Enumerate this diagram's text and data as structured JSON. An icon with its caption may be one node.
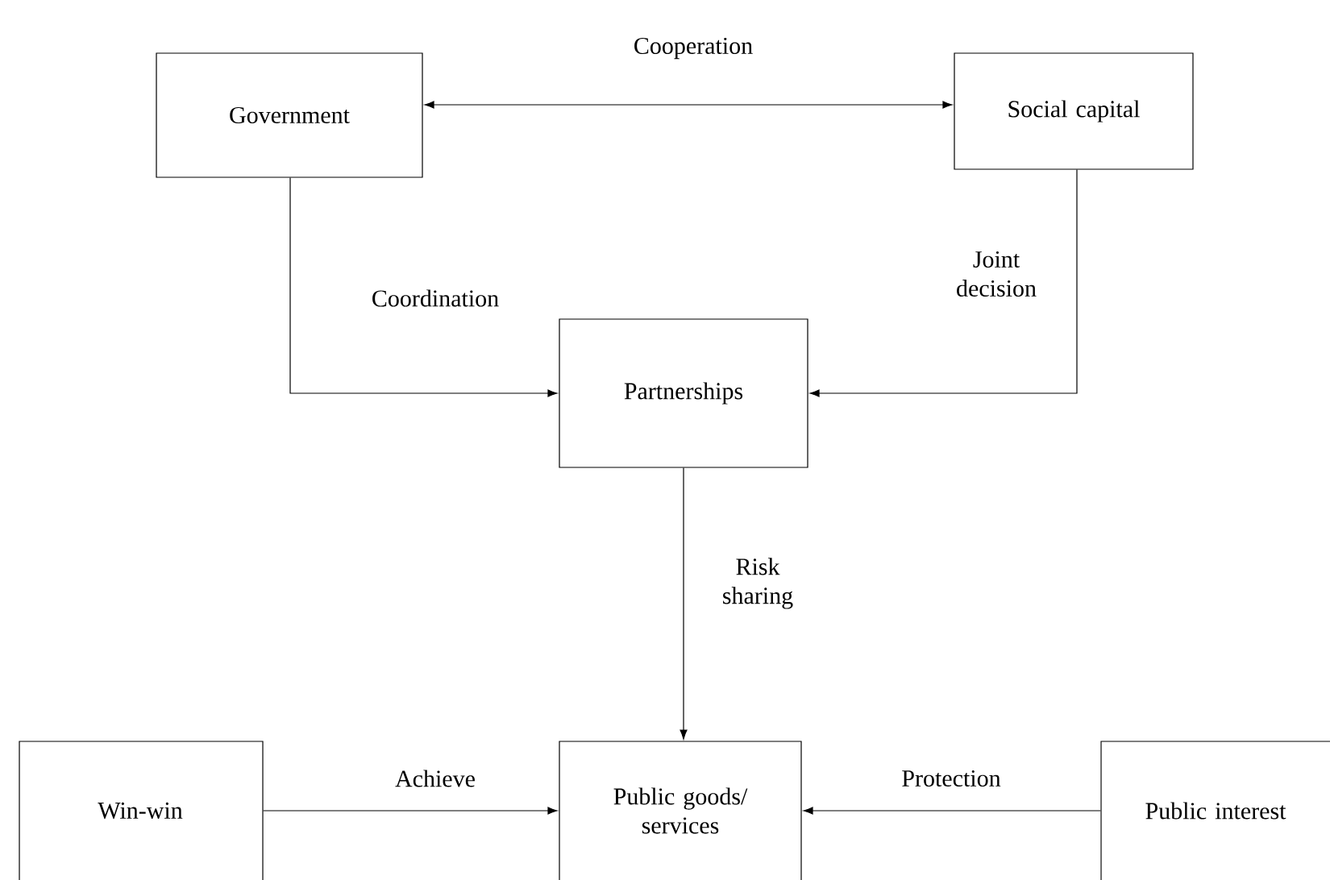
{
  "diagram": {
    "nodes": [
      {
        "text": [
          "Government"
        ]
      },
      {
        "text": [
          "Social capital"
        ]
      },
      {
        "text": [
          "Partnerships"
        ]
      },
      {
        "text": [
          "Public goods/ services"
        ]
      },
      {
        "text": [
          "Win-win"
        ]
      },
      {
        "text": [
          "Public interest"
        ]
      }
    ],
    "edges": [
      {
        "from": 0,
        "to": 1,
        "arrow": "both",
        "label": "Cooperation"
      },
      {
        "from": 0,
        "to": 2,
        "arrow": "to",
        "label": "Coordination"
      },
      {
        "from": 1,
        "to": 2,
        "arrow": "to",
        "label": "Joint decision"
      },
      {
        "from": 2,
        "to": 3,
        "arrow": "to",
        "label": "Risk sharing"
      },
      {
        "from": 4,
        "to": 3,
        "arrow": "to",
        "label": "Achieve"
      },
      {
        "from": 5,
        "to": 3,
        "arrow": "to",
        "label": "Protection"
      }
    ]
  }
}
